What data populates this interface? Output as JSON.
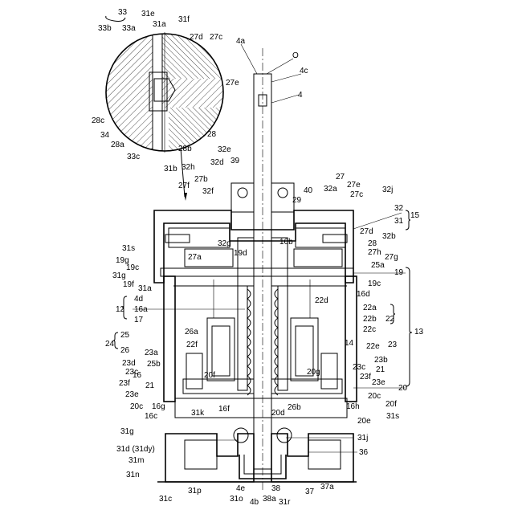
{
  "figure": {
    "labels": {
      "l33": "33",
      "l33b": "33b",
      "l33a": "33a",
      "l31e": "31e",
      "l31a_top": "31a",
      "l31f": "31f",
      "l27d_top": "27d",
      "l27c_top": "27c",
      "l27e_top": "27e",
      "l28c_top": "28c",
      "l34": "34",
      "l28a": "28a",
      "l28b": "28b",
      "l33c": "33c",
      "l28_top": "28",
      "l4a": "4a",
      "lO": "O",
      "l4c": "4c",
      "l4": "4",
      "l32e": "32e",
      "l39": "39",
      "l32d": "32d",
      "l31b": "31b",
      "l32h": "32h",
      "l27b": "27b",
      "l27f": "27f",
      "l32f": "32f",
      "l40": "40",
      "l29": "29",
      "l32a": "32a",
      "l27": "27",
      "l27e": "27e",
      "l27c": "27c",
      "l32j": "32j",
      "l32": "32",
      "l31": "31",
      "l15": "15",
      "l27d": "27d",
      "l32b": "32b",
      "l28": "28",
      "l27h": "27h",
      "l27g": "27g",
      "l25a": "25a",
      "l19": "19",
      "l19c_r": "19c",
      "l16d": "16d",
      "l31s": "31s",
      "l19g": "19g",
      "l19c": "19c",
      "l31g": "31g",
      "l19f": "19f",
      "l31a": "31a",
      "l32g": "32g",
      "l16b": "16b",
      "l19d": "19d",
      "l27a": "27a",
      "l4d": "4d",
      "l12": "12",
      "l16a": "16a",
      "l17": "17",
      "l22d": "22d",
      "l22a": "22a",
      "l22b": "22b",
      "l22": "22",
      "l22c": "22c",
      "l13": "13",
      "l25": "25",
      "l24": "24",
      "l26a": "26a",
      "l22f": "22f",
      "l26": "26",
      "l23a": "23a",
      "l23d": "23d",
      "l25b": "25b",
      "l23c": "23c",
      "l16": "16",
      "l21": "21",
      "l23f": "23f",
      "l23e": "23e",
      "l20f": "20f",
      "l14": "14",
      "l22e": "22e",
      "l23": "23",
      "l23b": "23b",
      "l20g": "20g",
      "l23c_r": "23c",
      "l21_r": "21",
      "l23f_r": "23f",
      "l23e_r": "23e",
      "l20": "20",
      "l20c_r": "20c",
      "l20f_r": "20f",
      "l20c": "20c",
      "l16g": "16g",
      "l16c": "16c",
      "l31k": "31k",
      "l16f": "16f",
      "l26b": "26b",
      "l20d": "20d",
      "l16h": "16h",
      "l20e": "20e",
      "l31s_r": "31s",
      "l31g_b": "31g",
      "l31j": "31j",
      "l31d": "31d (31dy)",
      "l31m": "31m",
      "l36": "36",
      "l31n": "31n",
      "l31c": "31c",
      "l31p": "31p",
      "l4e": "4e",
      "l31o": "31o",
      "l4b": "4b",
      "l38a": "38a",
      "l38": "38",
      "l31r": "31r",
      "l37": "37",
      "l37a": "37a"
    }
  }
}
